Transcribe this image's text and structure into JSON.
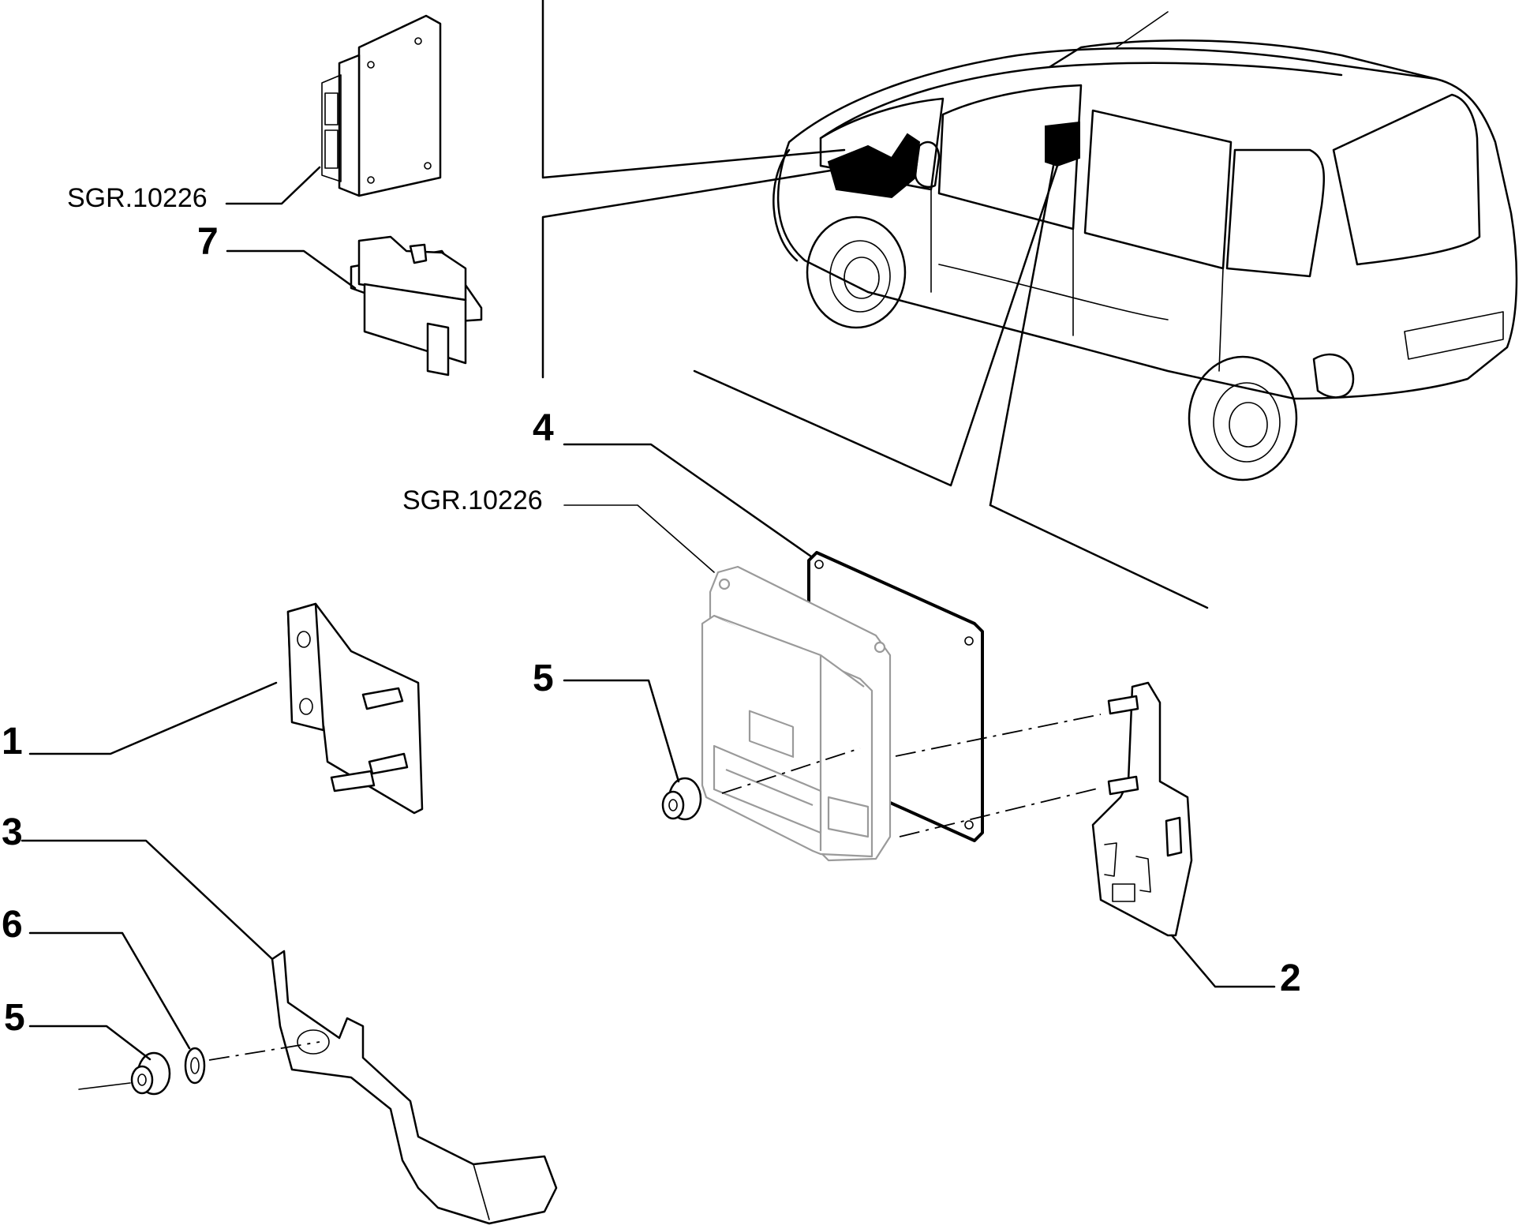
{
  "callouts": {
    "sgr_top": "SGR.10226",
    "sgr_mid": "SGR.10226",
    "n1": "1",
    "n2": "2",
    "n3": "3",
    "n4": "4",
    "n5a": "5",
    "n5b": "5",
    "n6": "6",
    "n7": "7"
  }
}
